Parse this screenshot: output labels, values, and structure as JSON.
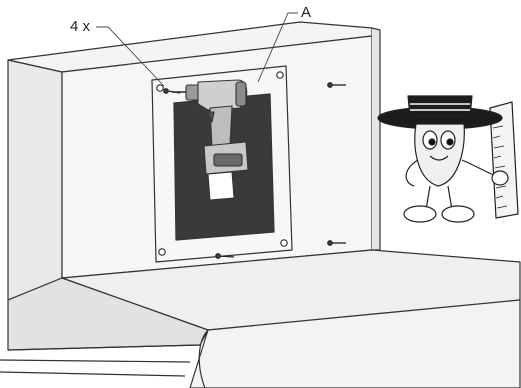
{
  "callouts": {
    "screws": "4 x",
    "part": "A"
  },
  "colors": {
    "outline": "#333333",
    "wall_face": "#f2f2f2",
    "wall_shade": "#e4e4e4",
    "plate": "#f7f7f7",
    "cutout": "#3a3a3a",
    "drill_body": "#c8c8c8",
    "drill_dark": "#555555",
    "hat": "#1a1a1a"
  },
  "icons": {
    "tool": "cordless-drill-icon",
    "fastener": "screw-icon",
    "mascot": "inspector-mascot-with-ruler"
  }
}
